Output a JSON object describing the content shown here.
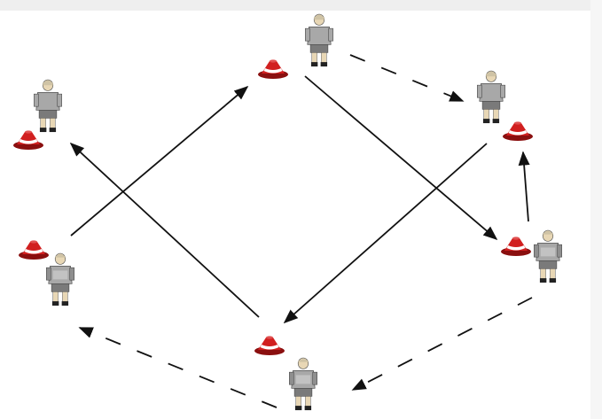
{
  "diagram": {
    "cones": [
      {
        "id": "cone-top"
      },
      {
        "id": "cone-left-top"
      },
      {
        "id": "cone-right-top"
      },
      {
        "id": "cone-left-mid"
      },
      {
        "id": "cone-right-mid"
      },
      {
        "id": "cone-bottom"
      }
    ],
    "players": [
      {
        "id": "player-top",
        "facing": "back"
      },
      {
        "id": "player-left-top",
        "facing": "back"
      },
      {
        "id": "player-right-top",
        "facing": "back"
      },
      {
        "id": "player-left-mid",
        "facing": "front"
      },
      {
        "id": "player-right-mid",
        "facing": "front"
      },
      {
        "id": "player-bottom",
        "facing": "front"
      }
    ],
    "passes": [
      {
        "id": "pass-left-to-top",
        "style": "solid"
      },
      {
        "id": "pass-bottom-to-lefttop",
        "style": "solid"
      },
      {
        "id": "pass-top-to-rightmid",
        "style": "solid"
      },
      {
        "id": "pass-righttop-to-bottom",
        "style": "solid"
      },
      {
        "id": "pass-rightmid-to-righttop",
        "style": "solid"
      }
    ],
    "runs": [
      {
        "id": "run-top-to-righttop",
        "style": "dashed"
      },
      {
        "id": "run-rightbottom-to-bottom",
        "style": "dashed"
      },
      {
        "id": "run-bottom-to-leftmid",
        "style": "dashed"
      }
    ],
    "colors": {
      "cone_red": "#d11f1f",
      "cone_dark": "#8a0f0f",
      "cone_stripe": "#ffffff",
      "jersey": "#a8a8a8",
      "jersey_shade": "#7a7a7a",
      "skin": "#e8d7b5",
      "line": "#111111"
    }
  }
}
